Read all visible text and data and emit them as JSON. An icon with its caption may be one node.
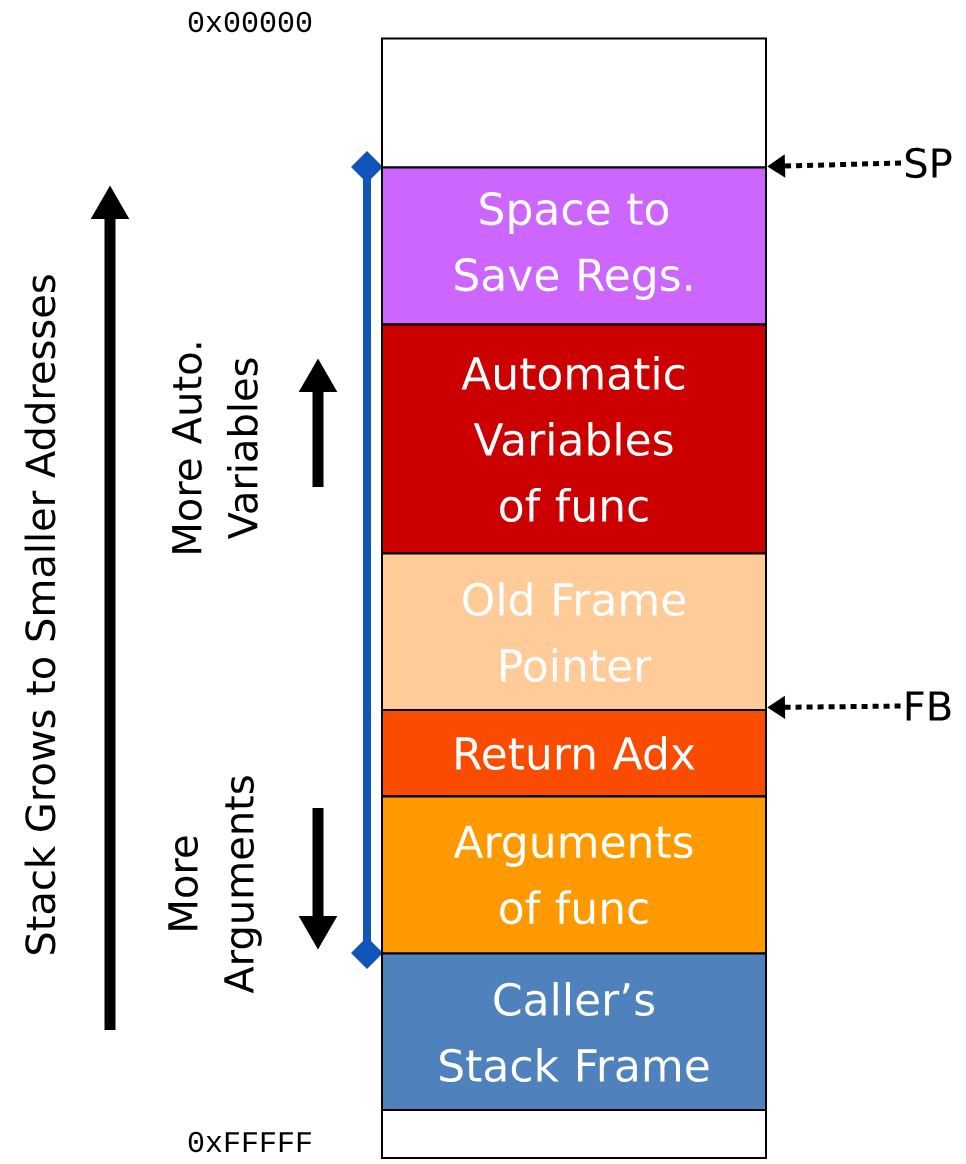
{
  "diagram": {
    "nodes": [
      {
        "text": [],
        "shape": "box"
      },
      {
        "text": [
          "Space to Save Regs."
        ]
      },
      {
        "text": [
          "Automatic Variables of func"
        ]
      },
      {
        "text": [
          "Old Frame Pointer"
        ]
      },
      {
        "text": [
          "Return Adx"
        ]
      },
      {
        "text": [
          "Arguments of func"
        ]
      },
      {
        "text": [
          "Caller’s Stack Frame"
        ]
      },
      {
        "text": [],
        "shape": "box"
      },
      {
        "text": [
          "SP"
        ]
      },
      {
        "text": [
          "FB"
        ]
      }
    ],
    "edges": [
      {
        "from": 8,
        "to": 1,
        "arrow": "to",
        "style": "dashed"
      },
      {
        "from": 9,
        "to": 3,
        "arrow": "to",
        "style": "dashed"
      }
    ],
    "labels": [
      "0x00000",
      "0xFFFFF",
      "Stack Grows to Smaller Addresses",
      "More Auto. Variables",
      "More Arguments"
    ]
  }
}
